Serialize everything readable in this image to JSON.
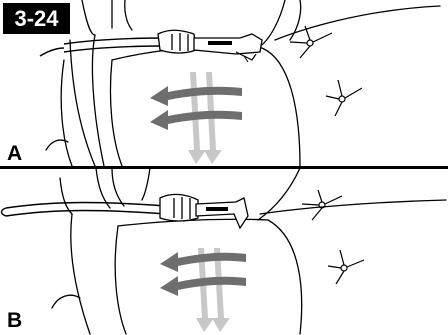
{
  "figure": {
    "number": "3-24",
    "panels": [
      {
        "label": "A"
      },
      {
        "label": "B"
      }
    ]
  },
  "colors": {
    "ink": "#000000",
    "direction_arrow_dark": "#6e6e6e",
    "direction_arrow_light": "#c8c8c8",
    "badge_bg": "#000000",
    "badge_text": "#ffffff"
  },
  "icons": [
    "upholstery-nozzle-icon",
    "hose-icon",
    "hand-icon",
    "sofa-cushion-icon",
    "button-tuft-icon",
    "stroke-direction-arrow-icon"
  ]
}
